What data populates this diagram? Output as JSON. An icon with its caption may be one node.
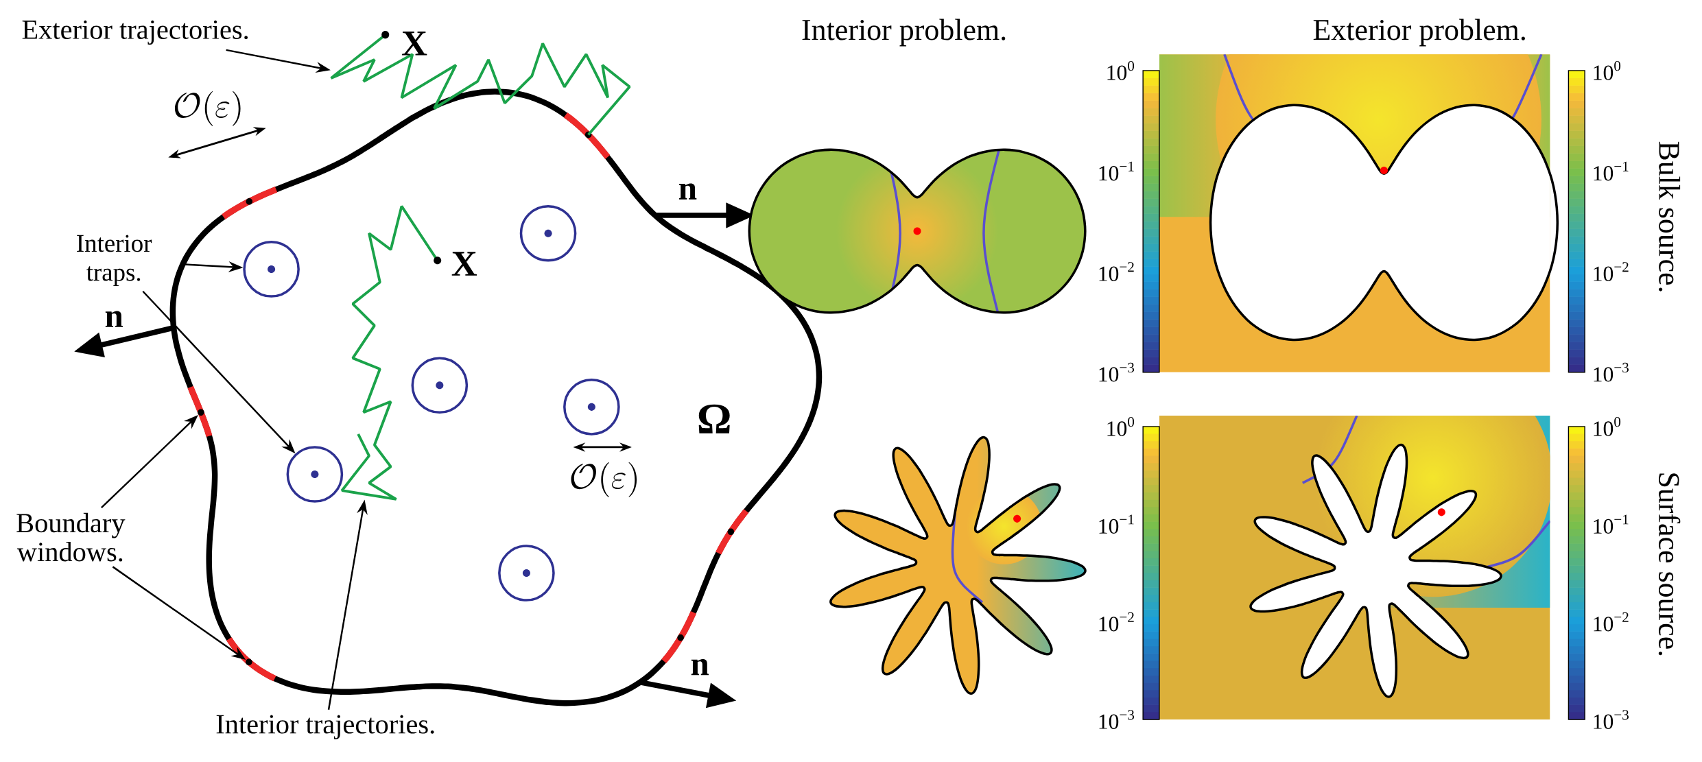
{
  "diagram": {
    "nodes": [
      {
        "text": [
          "Exterior trajectories."
        ]
      },
      {
        "text": [
          "X"
        ]
      },
      {
        "text": [
          "Interior traps."
        ]
      },
      {
        "text": [],
        "shape": "circle"
      },
      {
        "text": [],
        "shape": "circle"
      },
      {
        "text": [],
        "shape": "circle"
      },
      {
        "text": [],
        "shape": "circle"
      },
      {
        "text": [],
        "shape": "circle"
      },
      {
        "text": [],
        "shape": "circle"
      },
      {
        "text": [
          "Interior trajectories."
        ]
      },
      {
        "text": [],
        "shape": "line",
        "beside": [
          "X"
        ]
      },
      {
        "text": [
          "Boundary windows."
        ]
      },
      {
        "text": [],
        "shape": "bar"
      },
      {
        "text": [],
        "shape": "bar"
      }
    ],
    "edges": [
      {
        "from": 0,
        "to": 1,
        "arrow": "to"
      },
      {
        "from": 2,
        "to": 3,
        "arrow": "to"
      },
      {
        "from": 2,
        "to": 4,
        "arrow": "to"
      },
      {
        "from": 9,
        "to": 10,
        "arrow": "to"
      },
      {
        "from": 11,
        "to": 12,
        "arrow": "to"
      },
      {
        "from": 11,
        "to": 13,
        "arrow": "to"
      }
    ],
    "labels": [
      "Interior problem.",
      "Exterior problem.",
      "\\mathcal{O}(\\varepsilon)",
      "n",
      "n",
      "Ω",
      "\\mathcal{O}(\\varepsilon)",
      "n",
      "10$^{0}$",
      "10$^{−1}$",
      "10$^{−2}$",
      "10$^{−3}$",
      "10$^{0}$",
      "10$^{−1}$",
      "10$^{−2}$",
      "10$^{−3}$",
      "Bulk source.",
      "10$^{0}$",
      "10$^{−1}$",
      "10$^{−2}$",
      "10$^{−3}$",
      "10$^{0}$",
      "10$^{−1}$",
      "10$^{−2}$",
      "10$^{−3}$",
      "Surface source."
    ]
  }
}
